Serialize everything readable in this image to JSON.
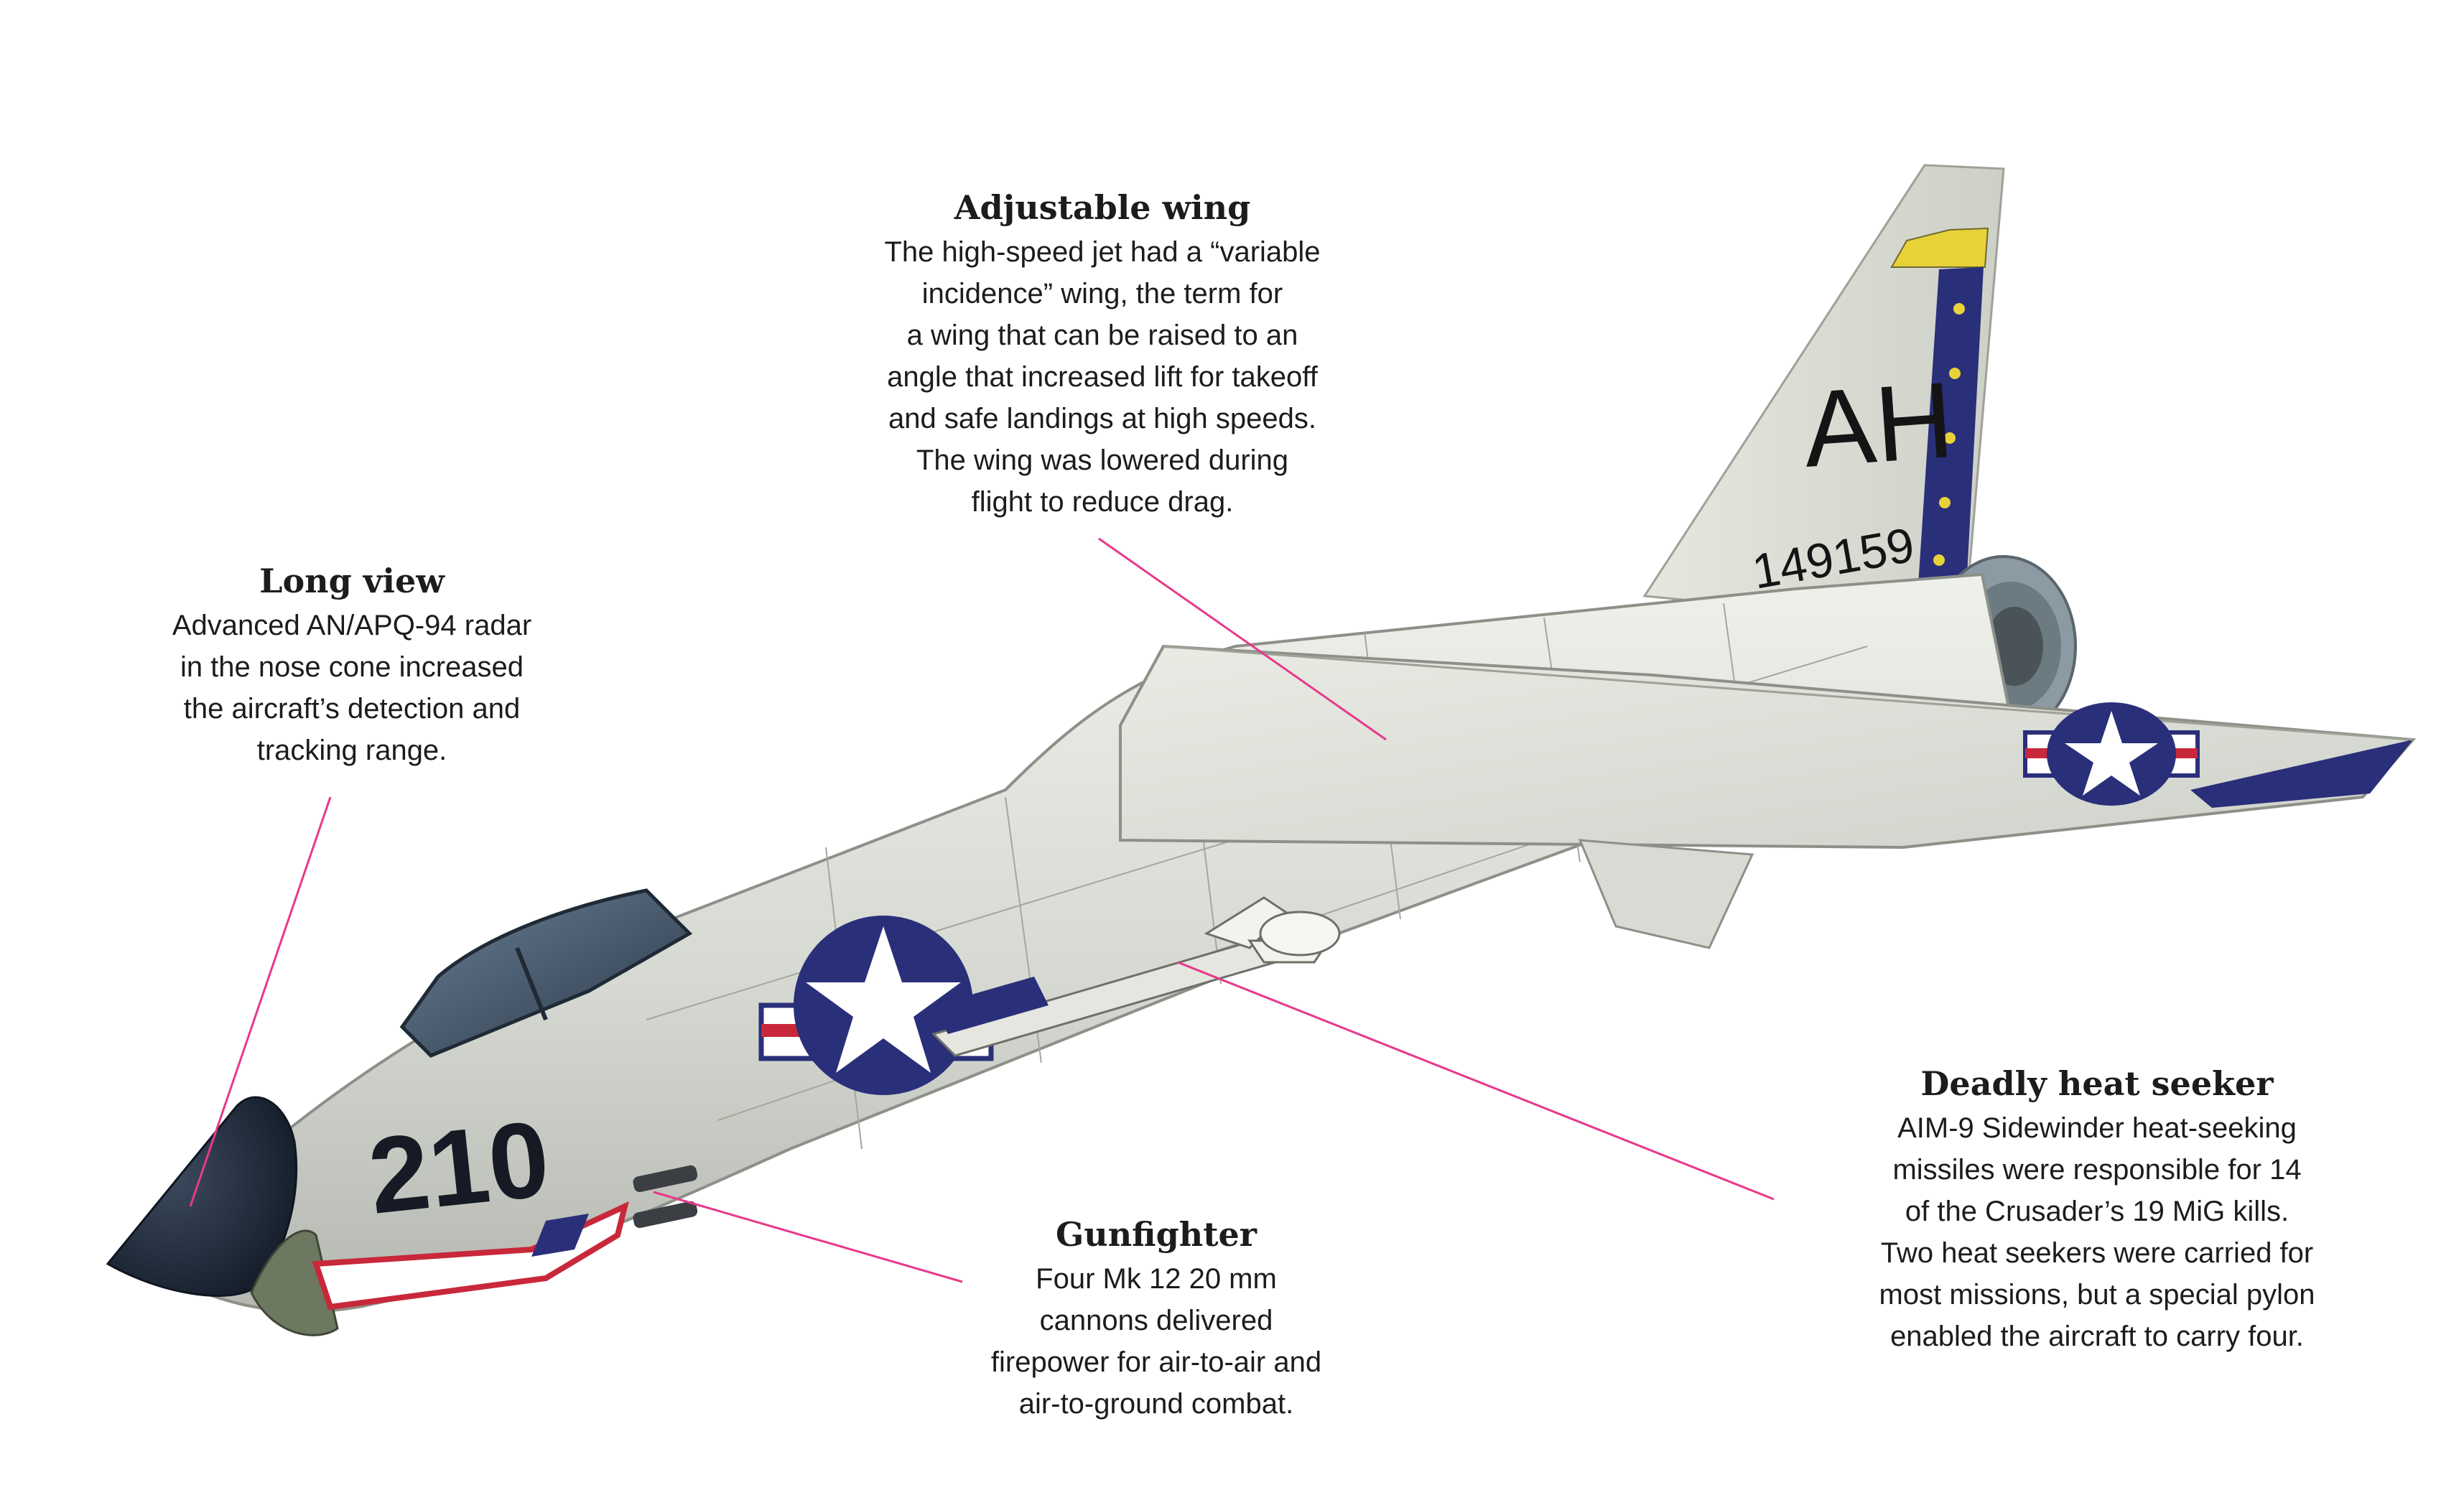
{
  "callouts": {
    "adjustable_wing": {
      "title": "Adjustable wing",
      "body": "The high-speed jet had a “variable\nincidence” wing, the term for\na wing that can be raised to an\nangle that increased lift for takeoff\nand safe landings at high speeds.\nThe wing was lowered during\nflight to reduce drag."
    },
    "long_view": {
      "title": "Long view",
      "body": "Advanced AN/APQ-94 radar\nin the nose cone increased\nthe aircraft’s detection and\ntracking range."
    },
    "heat_seeker": {
      "title": "Deadly heat seeker",
      "body": "AIM-9 Sidewinder heat-seeking\nmissiles were responsible for 14\nof the Crusader’s 19 MiG kills.\nTwo heat seekers were carried for\nmost missions, but a special pylon\nenabled the aircraft to carry four."
    },
    "gunfighter": {
      "title": "Gunfighter",
      "body": "Four Mk 12 20 mm\ncannons delivered\nfirepower for air-to-air and\nair-to-ground combat."
    }
  },
  "aircraft": {
    "tail_code": "AH",
    "serial": "149159",
    "side_number": "210"
  },
  "colors": {
    "leader_line": "#e8388a",
    "navy": "#2a2f7a",
    "fuselage": "#dcdfd8",
    "nose": "#1e2838",
    "insignia_red": "#c8283a",
    "tail_stripe": "#e8d23a"
  }
}
